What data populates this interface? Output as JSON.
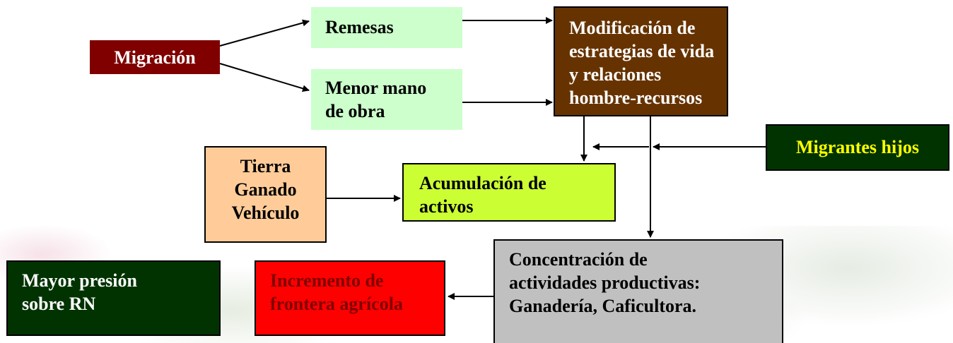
{
  "nodes": {
    "migracion": [
      "Migración"
    ],
    "remesas": [
      "Remesas"
    ],
    "menor_mano_de_obra": [
      "Menor mano",
      "de obra"
    ],
    "modificacion": [
      "Modificación de",
      "estrategias de vida",
      "y relaciones",
      "hombre-recursos"
    ],
    "migrantes_hijos": [
      "Migrantes hijos"
    ],
    "tierra_ganado_vehiculo": [
      "Tierra",
      "Ganado",
      "Vehículo"
    ],
    "acumulacion": [
      "Acumulación de",
      "activos"
    ],
    "concentracion": [
      "Concentración de",
      "actividades productivas:",
      "Ganadería, Caficultora."
    ],
    "incremento": [
      "Incremento de",
      "frontera agrícola"
    ],
    "mayor_presion": [
      "Mayor presión",
      "sobre RN"
    ]
  },
  "colors": {
    "migracion": "#800000",
    "remesas": "#ccffcc",
    "menor_mano_de_obra": "#ccffcc",
    "modificacion": "#663300",
    "migrantes_hijos": "#003300",
    "migrantes_hijos_text": "#ffff00",
    "tierra_ganado_vehiculo": "#ffcc99",
    "acumulacion": "#ccff33",
    "concentracion": "#c0c0c0",
    "incremento": "#ff0000",
    "incremento_text": "#800000",
    "mayor_presion": "#003300"
  }
}
